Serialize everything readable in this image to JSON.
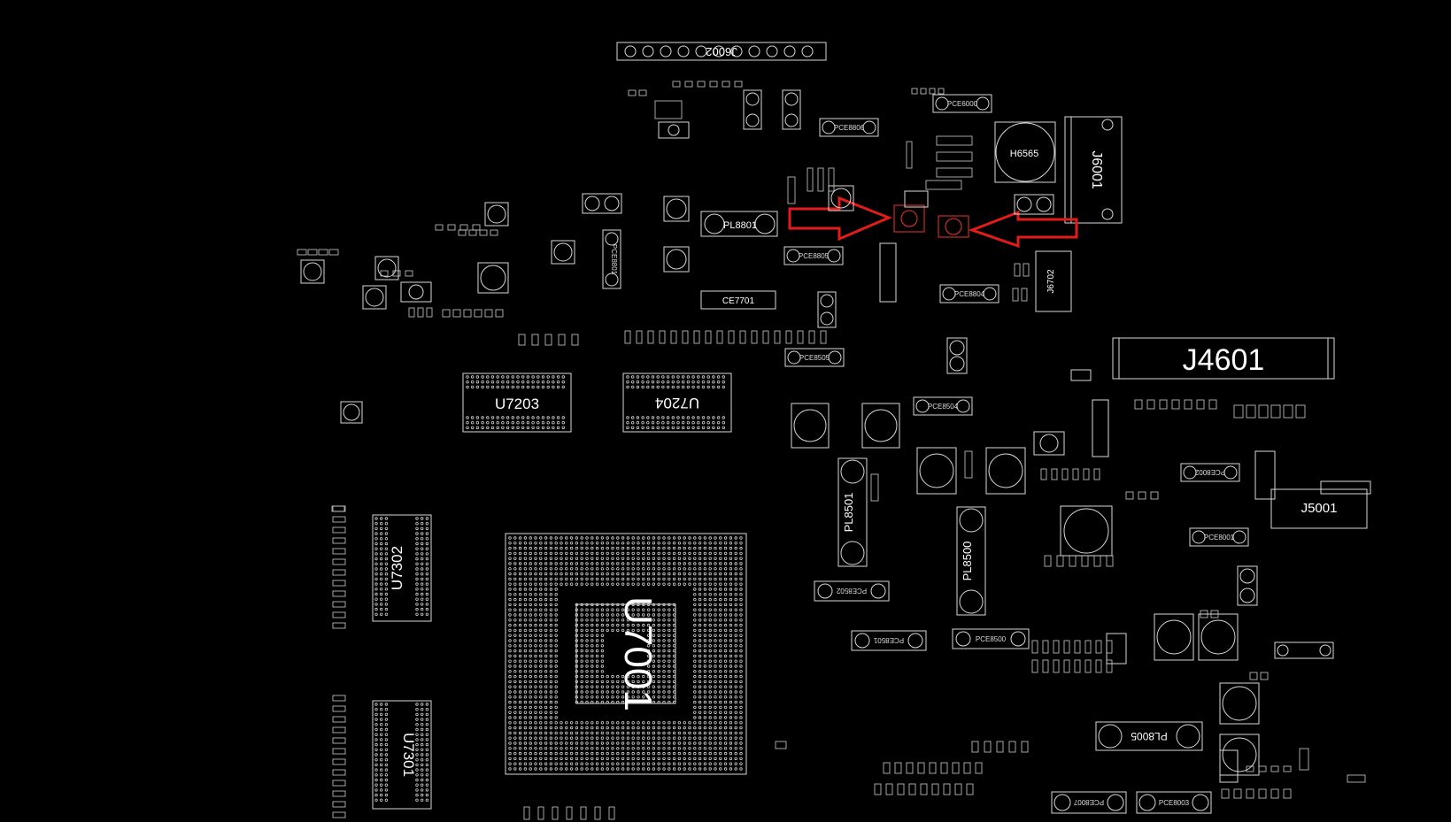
{
  "view": {
    "background": "#000000",
    "outline_color": "#d8d8d8",
    "highlight_color": "#e21b1b"
  },
  "labels": {
    "J6002": "J6002",
    "H6565": "H6565",
    "J6001": "J6001",
    "PL8801": "PL8801",
    "CE7701": "CE7701",
    "J6702": "J6702",
    "J4601": "J4601",
    "U7203": "U7203",
    "U7204": "U7204",
    "U7302": "U7302",
    "U7301": "U7301",
    "U7001": "U7001",
    "PL8501": "PL8501",
    "PL8500": "PL8500",
    "J5001": "J5001",
    "PL8005": "PL8005",
    "PCE6000": "PCE6000",
    "PCE8501": "PCE8501",
    "PCE8500": "PCE8500",
    "PCE8502": "PCE8502",
    "PCE8504": "PCE8504",
    "PCE8505": "PCE8505",
    "PCE8801": "PCE8801",
    "PCE8003": "PCE8003",
    "PCE8007": "PCE8007",
    "PCE8001": "PCE8001",
    "PCE8002": "PCE8002",
    "PCE8804": "PCE8804",
    "PCE8805": "PCE8805",
    "PCE8806": "PCE8806"
  },
  "annotations": {
    "arrows": [
      {
        "direction": "right",
        "meaning": "points to highlighted part"
      },
      {
        "direction": "left",
        "meaning": "points to highlighted part"
      }
    ]
  }
}
